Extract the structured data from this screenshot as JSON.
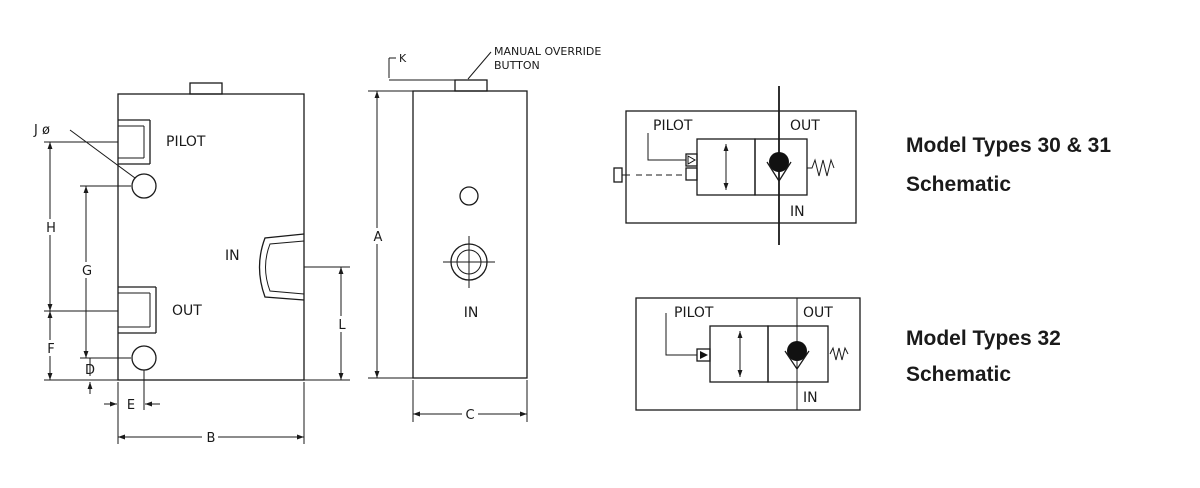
{
  "side_view": {
    "label_j": "J ø",
    "label_pilot": "PILOT",
    "label_out": "OUT",
    "label_in": "IN",
    "dim_h": "H",
    "dim_g": "G",
    "dim_f": "F",
    "dim_d": "D",
    "dim_e": "E",
    "dim_b": "B",
    "dim_l": "L"
  },
  "front_view": {
    "dim_k": "K",
    "callout_line1": "MANUAL  OVERRIDE",
    "callout_line2": "BUTTON",
    "dim_a": "A",
    "label_in": "IN",
    "dim_c": "C"
  },
  "schematic_top": {
    "pilot": "PILOT",
    "out": "OUT",
    "in": "IN"
  },
  "schematic_bottom": {
    "pilot": "PILOT",
    "out": "OUT",
    "in": "IN"
  },
  "captions": {
    "top_line1": "Model Types 30 & 31",
    "top_line2": "Schematic",
    "bottom_line1": "Model Types 32",
    "bottom_line2": "Schematic",
    "color": "#1b5294"
  }
}
